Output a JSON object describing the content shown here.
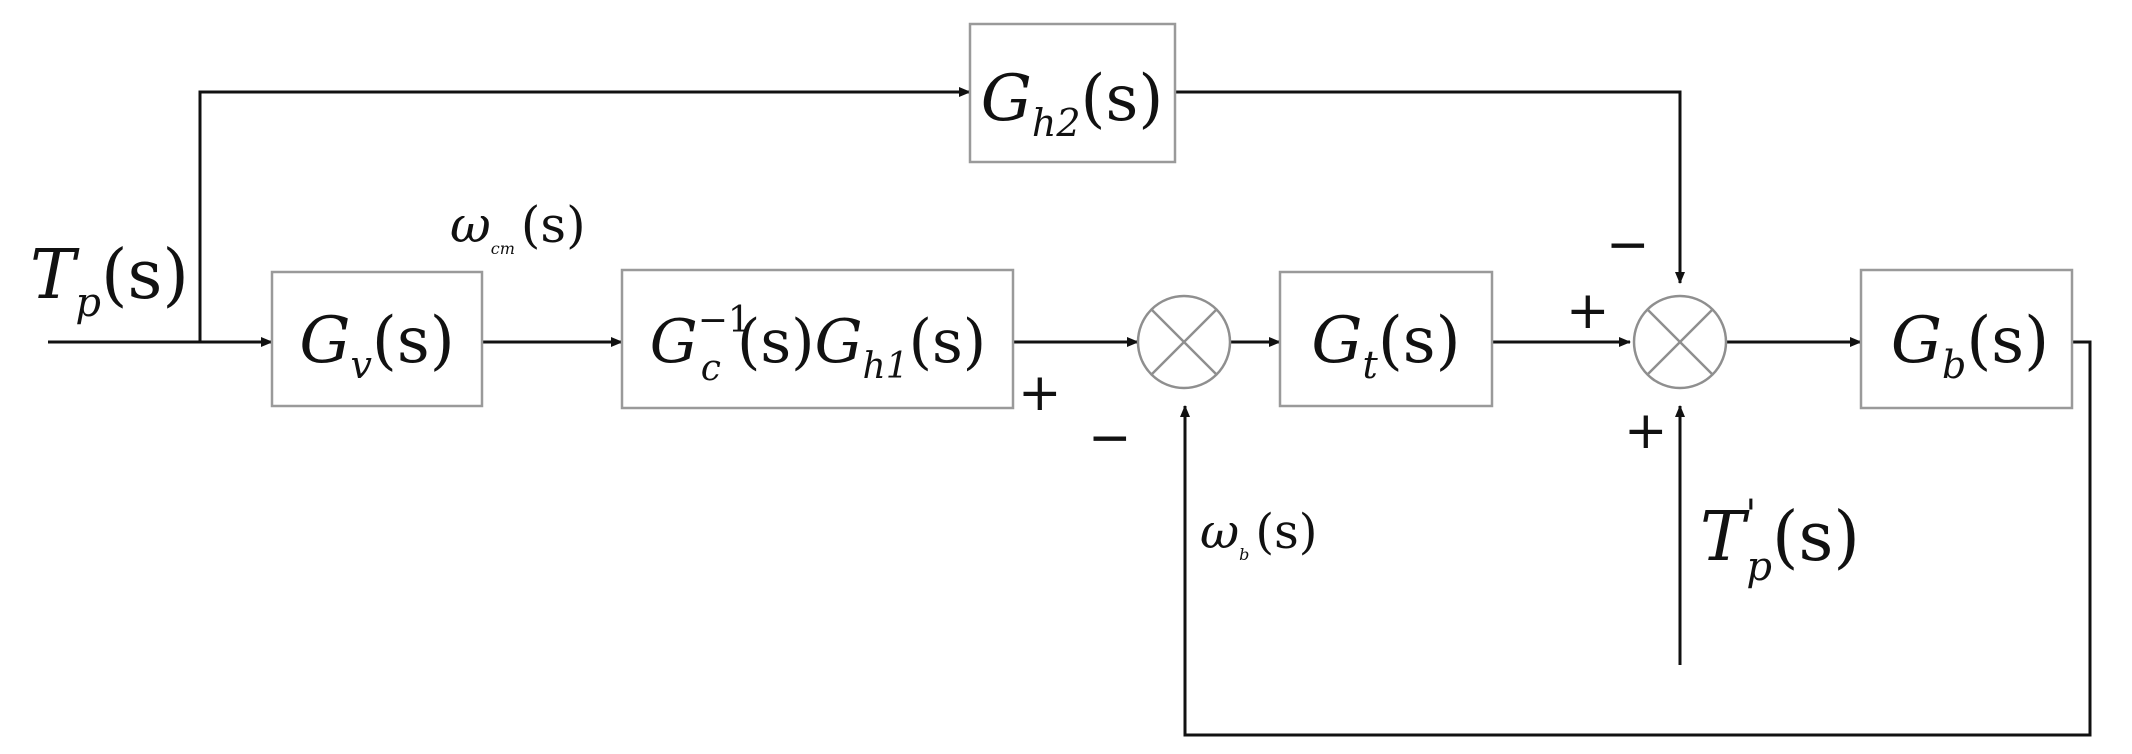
{
  "diagram": {
    "blocks": {
      "gv": {
        "base": "G",
        "sub": "v",
        "arg": "(s)"
      },
      "gcgh1": {
        "base1": "G",
        "sub1": "c",
        "sup1": "−1",
        "mid": "(s)",
        "base2": "G",
        "sub2": "h1",
        "arg": "(s)"
      },
      "gh2": {
        "base": "G",
        "sub": "h2",
        "arg": "(s)"
      },
      "gt": {
        "base": "G",
        "sub": "t",
        "arg": "(s)"
      },
      "gb": {
        "base": "G",
        "sub": "b",
        "arg": "(s)"
      }
    },
    "signals": {
      "tp": {
        "base": "T",
        "sub": "p",
        "arg": "(s)"
      },
      "wcm": {
        "base": "ω",
        "sub": "cm",
        "arg": "(s)"
      },
      "wb": {
        "base": "ω",
        "sub": "b",
        "arg": "(s)"
      },
      "tp_prime": {
        "base": "T",
        "sup": "'",
        "sub": "p",
        "arg": "(s)"
      }
    },
    "signs": {
      "sum1_plus": "+",
      "sum1_minus": "−",
      "sum2_plus_left": "+",
      "sum2_minus_top": "−",
      "sum2_plus_bottom": "+"
    }
  }
}
